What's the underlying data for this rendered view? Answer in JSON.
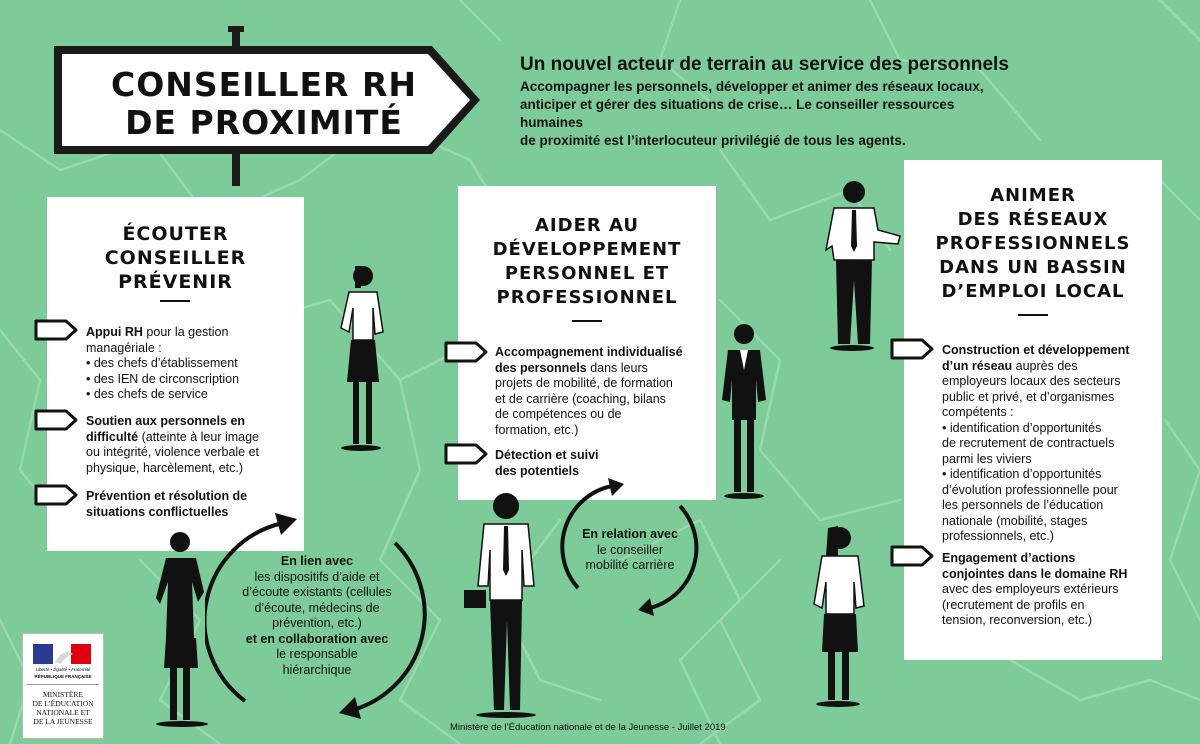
{
  "sign": {
    "title_line1": "CONSEILLER RH",
    "title_line2": "DE PROXIMITÉ"
  },
  "tagline": {
    "title": "Un nouvel acteur de terrain au service des personnels",
    "text_lines": [
      "Accompagner les personnels, développer et animer des réseaux locaux,",
      "anticiper et gérer des situations de crise… Le conseiller ressources humaines",
      "de proximité est l’interlocuteur privilégié de tous les agents."
    ]
  },
  "panels": {
    "left": {
      "title_lines": [
        "ÉCOUTER",
        "CONSEILLER",
        "PRÉVENIR"
      ],
      "items": [
        {
          "bold": "Appui RH",
          "lines": [
            "pour la gestion",
            "managériale :",
            "• des chefs d’établissement",
            "• des IEN de circonscription",
            "• des chefs de service"
          ]
        },
        {
          "bold_lines": [
            "Soutien aux personnels en",
            "difficulté"
          ],
          "lines": [
            "(atteinte à leur image",
            "ou intégrité, violence verbale et",
            "physique, harcèlement, etc.)"
          ]
        },
        {
          "bold_lines": [
            "Prévention et résolution de",
            "situations conflictuelles"
          ]
        }
      ]
    },
    "middle": {
      "title_lines": [
        "AIDER AU",
        "DÉVELOPPEMENT",
        "PERSONNEL ET",
        "PROFESSIONNEL"
      ],
      "items": [
        {
          "bold_lines": [
            "Accompagnement individualisé",
            "des personnels"
          ],
          "lines": [
            "dans leurs",
            "projets de mobilité, de formation",
            "et de carrière (coaching, bilans",
            "de compétences ou de",
            "formation, etc.)"
          ]
        },
        {
          "bold_lines": [
            "Détection et suivi",
            "des potentiels"
          ]
        }
      ]
    },
    "right": {
      "title_lines": [
        "ANIMER",
        "DES RÉSEAUX",
        "PROFESSIONNELS",
        "DANS UN BASSIN",
        "D’EMPLOI LOCAL"
      ],
      "items": [
        {
          "bold_lines": [
            "Construction et développement",
            "d’un réseau"
          ],
          "lines": [
            "auprès des",
            "employeurs locaux des secteurs",
            "public et privé, et d’organismes",
            "compétents :",
            "• identification d’opportunités",
            "de recrutement de contractuels",
            "parmi les viviers",
            "• identification d’opportunités",
            "d’évolution professionnelle pour",
            "les personnels de l’éducation",
            "nationale (mobilité, stages",
            "professionnels, etc.)"
          ]
        },
        {
          "bold_lines": [
            "Engagement d’actions",
            "conjointes dans le domaine RH"
          ],
          "lines": [
            "avec des employeurs extérieurs",
            "(recrutement de profils en",
            "tension, reconversion, etc.)"
          ]
        }
      ]
    }
  },
  "circles": {
    "left": {
      "bold1": "En lien avec",
      "lines1": [
        "les dispositifs d’aide et",
        "d’écoute existants (cellules",
        "d’écoute, médecins de",
        "prévention, etc.)"
      ],
      "bold2": "et en collaboration avec",
      "lines2": [
        "le responsable",
        "hiérarchique"
      ]
    },
    "middle": {
      "bold": "En relation avec",
      "lines": [
        "le conseiller",
        "mobilité carrière"
      ]
    }
  },
  "logo": {
    "motto": "Liberté • Égalité • Fraternité",
    "republic": "RÉPUBLIQUE FRANÇAISE",
    "ministry_lines": [
      "MINISTÈRE",
      "DE L’ÉDUCATION",
      "NATIONALE ET",
      "DE LA JEUNESSE"
    ]
  },
  "footer": "Ministère de l’Éducation nationale et de la Jeunesse - Juillet 2019",
  "colors": {
    "background": "#7ccb99",
    "ink": "#111111",
    "panel": "#ffffff",
    "flag_blue": "#2b3990",
    "flag_red": "#e1000f"
  },
  "icons": [
    "arrow-marker-icon",
    "circular-arrow-icon",
    "person-icon",
    "signpost-icon"
  ]
}
